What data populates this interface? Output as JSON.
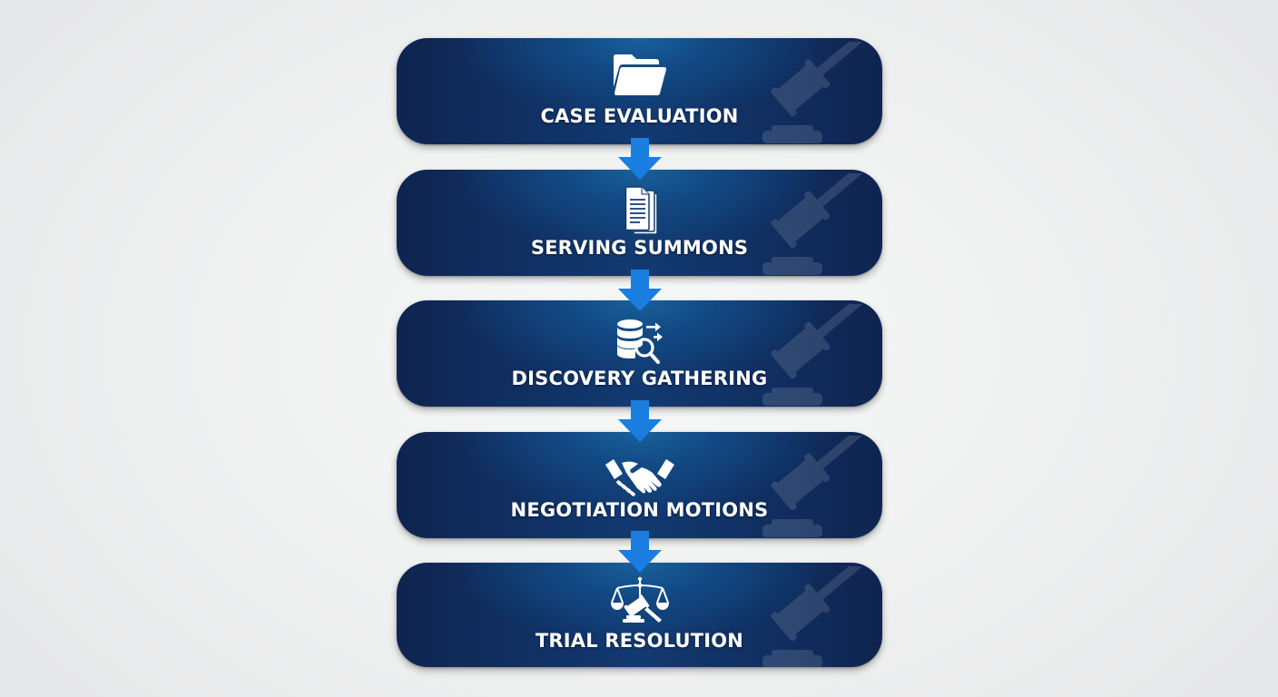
{
  "diagram": {
    "type": "vertical-process-flow",
    "steps": [
      {
        "label": "CASE EVALUATION",
        "icon": "folder-icon"
      },
      {
        "label": "SERVING SUMMONS",
        "icon": "documents-icon"
      },
      {
        "label": "DISCOVERY GATHERING",
        "icon": "database-search-icon"
      },
      {
        "label": "NEGOTIATION MOTIONS",
        "icon": "handshake-icon"
      },
      {
        "label": "TRIAL RESOLUTION",
        "icon": "scales-gavel-icon"
      }
    ],
    "connectors": [
      {
        "from": 0,
        "to": 1,
        "icon": "arrow-down-icon"
      },
      {
        "from": 1,
        "to": 2,
        "icon": "arrow-down-icon"
      },
      {
        "from": 2,
        "to": 3,
        "icon": "arrow-down-icon"
      },
      {
        "from": 3,
        "to": 4,
        "icon": "arrow-down-icon"
      }
    ],
    "watermark_icon": "gavel-icon",
    "colors": {
      "card_dark": "#0f2450",
      "card_glow": "#18629e",
      "arrow": "#1a7ee0",
      "text": "#ffffff",
      "background": "#eeeff0"
    }
  }
}
